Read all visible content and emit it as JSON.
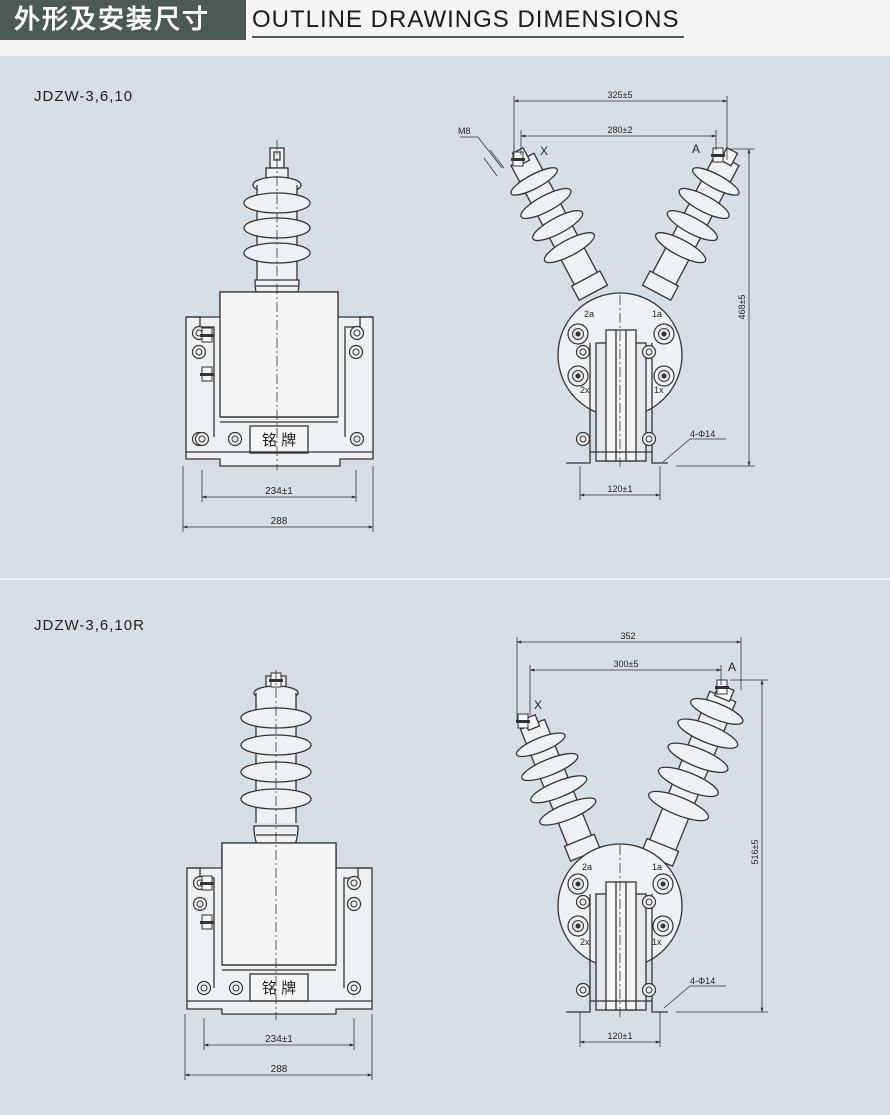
{
  "header": {
    "title_cn": "外形及安装尺寸",
    "title_en": "OUTLINE  DRAWINGS  DIMENSIONS"
  },
  "section1": {
    "model": "JDZW-3,6,10",
    "nameplate": "铭 牌",
    "dim_inner_width": "234±1",
    "dim_outer_width": "288",
    "dim_terminal_span": "325±5",
    "dim_terminal_span_inner": "280±2",
    "dim_height": "468±5",
    "dim_base": "120±1",
    "thread": "M8",
    "terminal_x": "X",
    "terminal_a": "A",
    "hole_label": "4-Φ14",
    "sec_2a": "2a",
    "sec_1a": "1a",
    "sec_2x": "2x",
    "sec_1x": "1x"
  },
  "section2": {
    "model": "JDZW-3,6,10R",
    "nameplate": "铭 牌",
    "dim_inner_width": "234±1",
    "dim_outer_width": "288",
    "dim_terminal_span": "352",
    "dim_terminal_span_inner": "300±5",
    "dim_height": "516±5",
    "dim_base": "120±1",
    "terminal_x": "X",
    "terminal_a": "A",
    "hole_label": "4-Φ14",
    "sec_2a": "2a",
    "sec_1a": "1a",
    "sec_2x": "2x",
    "sec_1x": "1x"
  }
}
